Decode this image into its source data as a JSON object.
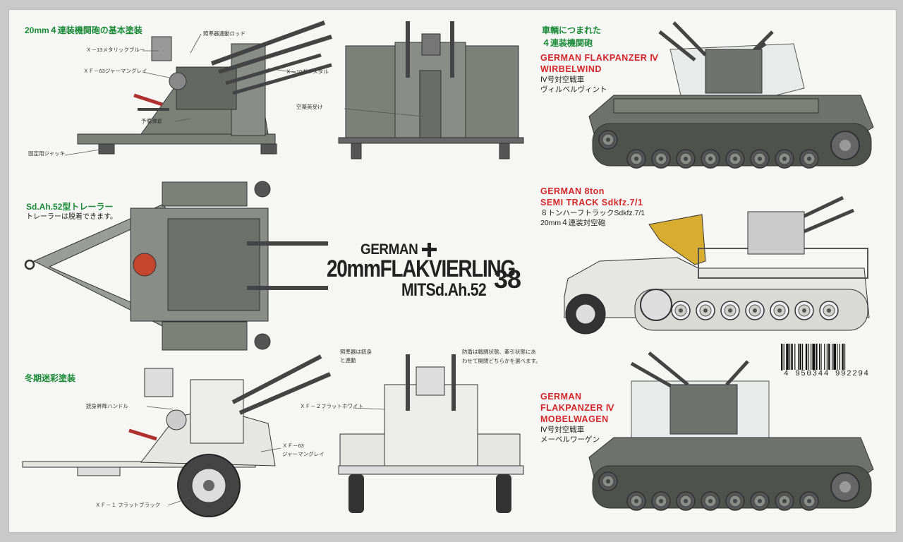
{
  "title": {
    "line1": "GERMAN",
    "line2": "20mmFLAKVIERLING",
    "line3": "MITSd.Ah.52",
    "number": "38"
  },
  "sections": {
    "basic_paint": "20mm４連装機関砲の基本塗装",
    "trailer": "Sd.Ah.52型トレーラー",
    "trailer_note": "トレーラーは脱着できます。",
    "winter": "冬期迷彩塗装",
    "mounted_on": "車輌につまれた",
    "mounted_on_2": "４連装機関砲"
  },
  "callouts": {
    "sight_rod": "照準器連動ロッド",
    "metallic_blue": "Ｘ－13メタリックブルー",
    "german_grey": "ＸＦ－63ジャーマングレイ",
    "gun_metal": "Ｘ－10ガンメタル",
    "spare_mag": "予備弾倉",
    "jack": "固定用ジャッキ",
    "shell_catcher": "空薬莢受け",
    "elevation_handle": "銃身昇降ハンドル",
    "flat_white": "ＸＦ－２フラットホワイト",
    "xf63": "ＸＦ－63",
    "german_grey_2": "ジャーマングレイ",
    "flat_black": "ＸＦ－１ フラットブラック",
    "sight_linked_1": "照準器は銃身",
    "sight_linked_2": "と連動",
    "defense_1": "防盾は戦闘状態、牽引状態にあ",
    "defense_2": "わせて開閉どちらかを選べます。"
  },
  "vehicles": [
    {
      "name1": "GERMAN  FLAKPANZER  Ⅳ",
      "name2": "WIRBELWIND",
      "jp1": "Ⅳ号対空戦車",
      "jp2": "ヴィルベルヴィント"
    },
    {
      "name1": "GERMAN  8ton",
      "name2": "SEMI TRACK  Sdkfz.7/1",
      "jp1": "８トンハーフトラックSdkfz.7/1",
      "jp2": "20mm４連装対空砲"
    },
    {
      "name1": "GERMAN",
      "name2": "FLAKPANZER  Ⅳ",
      "name3": "MOBELWAGEN",
      "jp1": "Ⅳ号対空戦車",
      "jp2": "メーベルワーゲン"
    }
  ],
  "barcode": "4 950344 992294",
  "colors": {
    "green": "#1a8a37",
    "red": "#d3262a",
    "gun_grey": "#7d8079",
    "dark_grey": "#4e514c",
    "winter_white": "#e6e6e2",
    "canvas_yellow": "#d8ac2e",
    "shield_red": "#c5462e"
  }
}
